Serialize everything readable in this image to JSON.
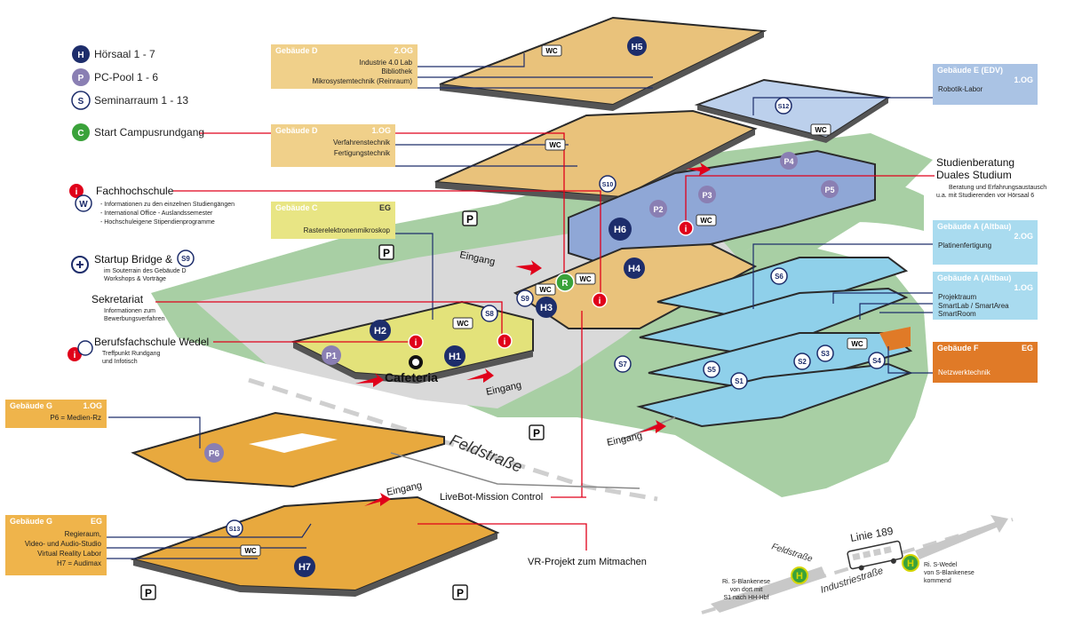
{
  "colors": {
    "orange_building": "#e9c27b",
    "orange_dark": "#e8a93e",
    "yellow_building": "#e3e27a",
    "blue_light": "#8fd0ea",
    "blue_mid": "#8fa7d6",
    "blue_pale": "#bcd0ec",
    "green_ground": "#a6cfa3",
    "grey_ground": "#d8d8d8",
    "red_line": "#e0001a",
    "navy_line": "#1d2d6b",
    "box_D": "#f0d08a",
    "box_C": "#e8e584",
    "box_E": "#aac3e4",
    "box_A": "#a9dbef",
    "box_F": "#e07a27",
    "box_G": "#efb44b"
  },
  "legend": [
    {
      "icon": "H",
      "label": "Hörsaal 1 - 7",
      "color": "#1d2d6b"
    },
    {
      "icon": "P",
      "label": "PC-Pool 1 - 6",
      "color": "#8a7fb3"
    },
    {
      "icon": "S",
      "label": "Seminarraum 1 - 13",
      "color": "#ffffff"
    },
    {
      "icon": "C",
      "label": "Start Campusrundgang",
      "color": "#3aa23a"
    }
  ],
  "annotations": {
    "fachhochschule": {
      "title": "Fachhochschule",
      "items": [
        "Informationen zu den einzelnen Studiengängen",
        "International Office - Auslandssemester",
        "Hochschuleigene Stipendienprogramme"
      ]
    },
    "startup": {
      "title": "Startup Bridge &",
      "badge": "S9",
      "lines": [
        "im Souterrain des Gebäude D",
        "Workshops & Vorträge"
      ]
    },
    "sekretariat": {
      "title": "Sekretariat",
      "lines": [
        "Informationen zum",
        "Bewerbungsverfahren"
      ]
    },
    "berufsfachschule": {
      "title": "Berufsfachschule Wedel",
      "lines": [
        "Treffpunkt Rundgang",
        "und Infotisch"
      ]
    },
    "studienberatung": {
      "title_lines": [
        "Studienberatung",
        "Duales Studium"
      ],
      "lines": [
        "Beratung und Erfahrungsaustausch",
        "u.a. mit Studierenden vor Hörsaal 6"
      ]
    },
    "livebot": "LiveBot-Mission Control",
    "vr": "VR-Projekt zum Mitmachen"
  },
  "buildings": {
    "D2": {
      "name": "Gebäude D",
      "floor": "2.OG",
      "rooms": [
        "Industrie 4.0 Lab",
        "Bibliothek",
        "Mikrosystemtechnik (Reinraum)"
      ]
    },
    "D1": {
      "name": "Gebäude D",
      "floor": "1.OG",
      "rooms": [
        "Verfahrenstechnik",
        "Fertigungstechnik"
      ]
    },
    "C": {
      "name": "Gebäude C",
      "floor": "EG",
      "rooms": [
        "Rasterelektronenmikroskop"
      ]
    },
    "E": {
      "name": "Gebäude E (EDV)",
      "floor": "1.OG",
      "rooms": [
        "Robotik-Labor"
      ]
    },
    "A2": {
      "name": "Gebäude A (Altbau)",
      "floor": "2.OG",
      "rooms": [
        "Platinenfertigung"
      ]
    },
    "A1": {
      "name": "Gebäude A (Altbau)",
      "floor": "1.OG",
      "rooms": [
        "Projektraum",
        "SmartLab / SmartArea",
        "SmartRoom"
      ]
    },
    "F": {
      "name": "Gebäude F",
      "floor": "EG",
      "rooms": [
        "Netzwerktechnik"
      ]
    },
    "G1": {
      "name": "Gebäude G",
      "floor": "1.OG",
      "rooms": [
        "P6 = Medien-Rz"
      ]
    },
    "G0": {
      "name": "Gebäude G",
      "floor": "EG",
      "rooms": [
        "Regieraum,",
        "Video- und Audio-Studio",
        "Virtual Reality Labor",
        "H7 = Audimax"
      ]
    }
  },
  "markers": {
    "H": [
      "H1",
      "H2",
      "H3",
      "H4",
      "H5",
      "H6",
      "H7"
    ],
    "P": [
      "P1",
      "P2",
      "P3",
      "P4",
      "P5",
      "P6"
    ],
    "S": [
      "S1",
      "S2",
      "S3",
      "S4",
      "S5",
      "S6",
      "S7",
      "S8",
      "S9",
      "S10",
      "S12",
      "S13"
    ],
    "R": "R",
    "wc": "WC",
    "parking": "P",
    "cafeteria": "Cafeteria"
  },
  "labels": {
    "eingang": "Eingang",
    "feldstrasse": "Feldstraße",
    "feldstrasse_small": "Feldstraße",
    "industriestrasse": "Industriestraße",
    "bus_line": "Linie 189",
    "bus_stop": "H",
    "stop_left": [
      "Ri. S-Blankenese",
      "von dort mit",
      "S1 nach HH-Hbf"
    ],
    "stop_right": [
      "Ri. S-Wedel",
      "von S-Blankenese",
      "kommend"
    ]
  }
}
